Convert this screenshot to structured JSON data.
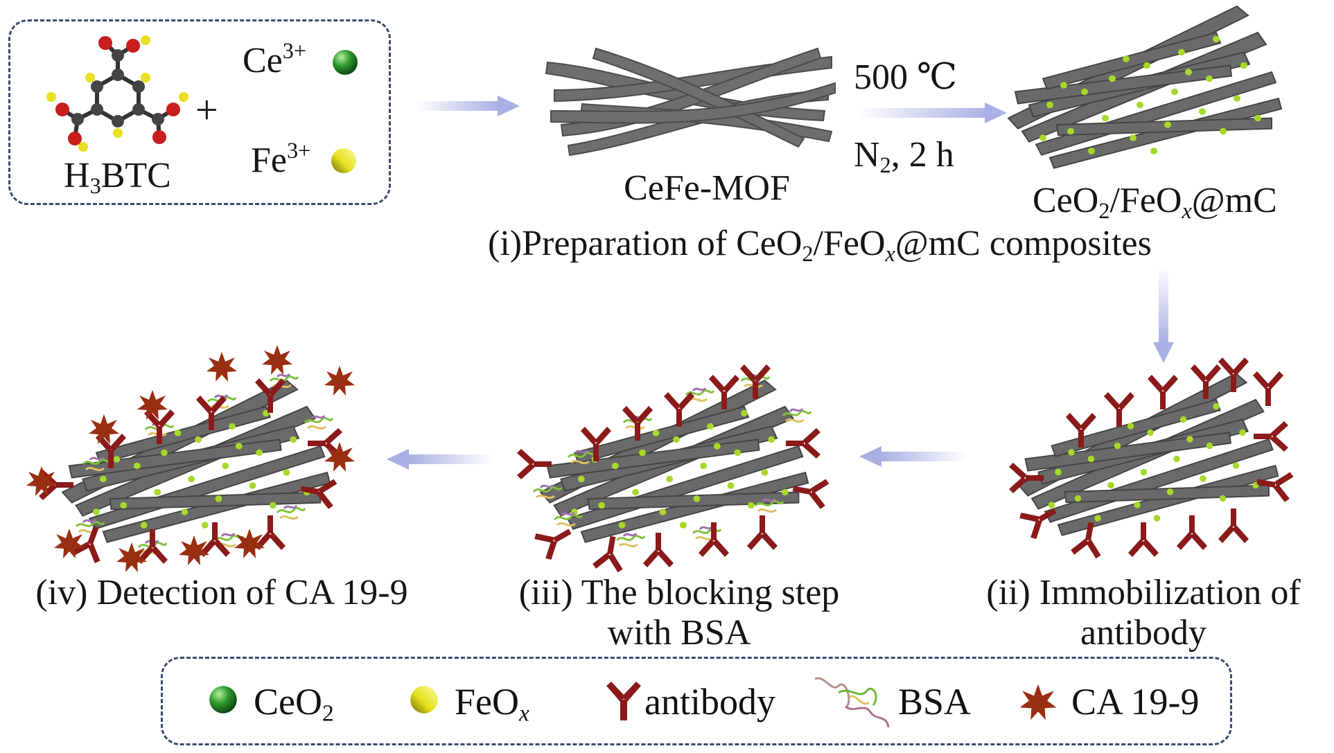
{
  "reactants": {
    "linker": {
      "prefix": "H",
      "sub": "3",
      "suffix": "BTC"
    },
    "plus": "+",
    "ion1": {
      "base": "Ce",
      "sup": "3+"
    },
    "ion2": {
      "base": "Fe",
      "sup": "3+"
    }
  },
  "step1": {
    "mof_label": "CeFe-MOF",
    "condition_temp": "500 ℃",
    "condition_atm": {
      "base": "N",
      "sub": "2",
      "suffix": ", 2 h"
    },
    "product_label": {
      "p1": "CeO",
      "sub": "2",
      "p2": "/FeO",
      "x": "x",
      "p3": "@mC"
    },
    "title": {
      "p1": "(i)Preparation of CeO",
      "sub": "2",
      "p2": "/FeO",
      "x": "x",
      "p3": "@mC composites"
    }
  },
  "step2": {
    "line1": "(ii) Immobilization of",
    "line2": "antibody"
  },
  "step3": {
    "line1": "(iii) The blocking step",
    "line2": "with BSA"
  },
  "step4": {
    "line1": "(iv) Detection of CA 19-9"
  },
  "legend": {
    "ceo2": {
      "base": "CeO",
      "sub": "2"
    },
    "feox": {
      "base": "FeO",
      "sub": "x"
    },
    "antibody": "antibody",
    "bsa": "BSA",
    "ca199": "CA 19-9"
  },
  "colors": {
    "rod": "#6b6b6b",
    "ceo2": "#2e9a2e",
    "feox": "#d9d92a",
    "antibody": "#8b1a1a",
    "ca199": "#9a2e10",
    "arrow": "#b9bfe6",
    "dashed_border": "#3a4a6e"
  }
}
